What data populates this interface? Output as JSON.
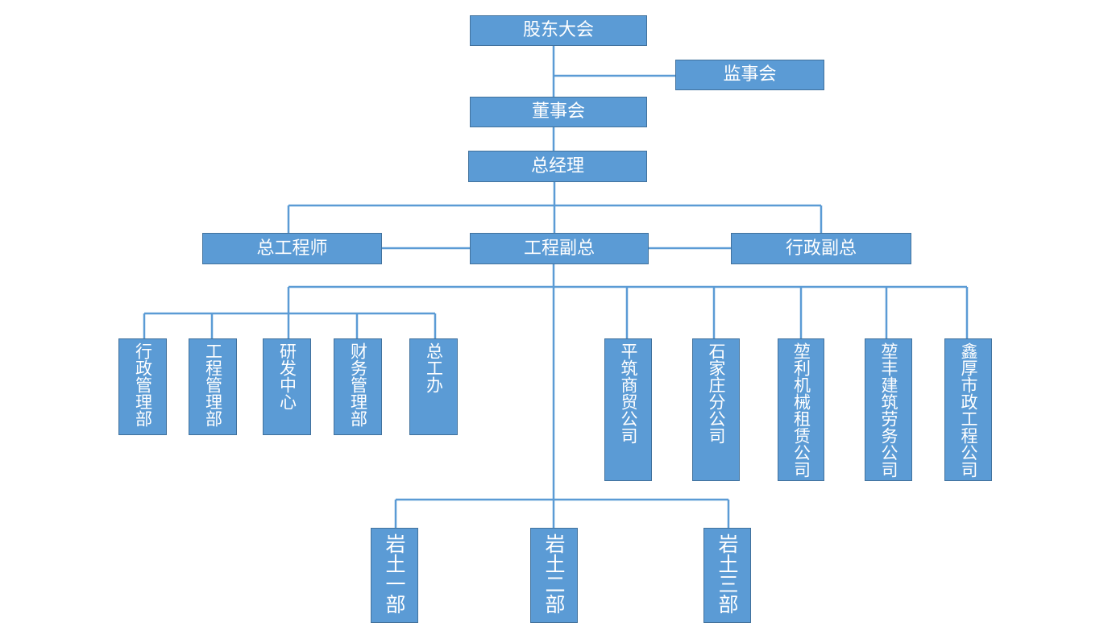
{
  "org": {
    "top": {
      "shareholders": "股东大会",
      "supervisors": "监事会",
      "board": "董事会",
      "general_manager": "总经理"
    },
    "deputies": {
      "chief_engineer": "总工程师",
      "engineering_vp": "工程副总",
      "admin_vp": "行政副总"
    },
    "departments": [
      "行政管理部",
      "工程管理部",
      "研发中心",
      "财务管理部",
      "总工办"
    ],
    "companies": [
      "平筑商贸公司",
      "石家庄分公司",
      "堃利机械租赁公司",
      "堃丰建筑劳务公司",
      "鑫厚市政工程公司"
    ],
    "geo_units": [
      "岩土一部",
      "岩土二部",
      "岩土三部"
    ]
  },
  "colors": {
    "box_fill": "#5b9bd5",
    "box_border": "#41719c",
    "connector": "#5b9bd5",
    "text": "#ffffff"
  }
}
